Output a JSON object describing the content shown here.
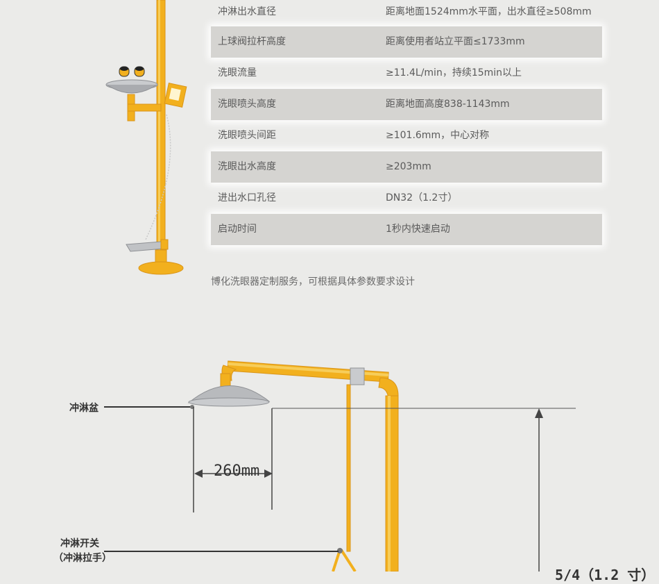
{
  "specs": [
    {
      "name": "冲淋出水直径",
      "value": "距离地面1524mm水平面，出水直径≥508mm",
      "shaded": false
    },
    {
      "name": "上球阀拉杆高度",
      "value": "距离使用者站立平面≤1733mm",
      "shaded": true
    },
    {
      "name": "洗眼流量",
      "value": "≥11.4L/min，持续15min以上",
      "shaded": false
    },
    {
      "name": "洗眼喷头高度",
      "value": "距离地面高度838-1143mm",
      "shaded": true
    },
    {
      "name": "洗眼喷头间距",
      "value": "≥101.6mm，中心对称",
      "shaded": false
    },
    {
      "name": "洗眼出水高度",
      "value": "≥203mm",
      "shaded": true
    },
    {
      "name": "进出水口孔径",
      "value": "DN32（1.2寸）",
      "shaded": false
    },
    {
      "name": "启动时间",
      "value": "1秒内快速启动",
      "shaded": true
    }
  ],
  "note": "博化洗眼器定制服务，可根据具体参数要求设计",
  "diagram": {
    "shower_bowl_label": "冲淋盆",
    "shower_switch_label_1": "冲淋开关",
    "shower_switch_label_2": "（冲淋拉手）",
    "dimension_260": "260mm",
    "dimension_partial": "5/4（1.2 寸）"
  },
  "colors": {
    "pipe": "#f2b01e",
    "pipe_dark": "#d9951a",
    "steel": "#b8babd",
    "row_shade": "#d5d4d1"
  }
}
